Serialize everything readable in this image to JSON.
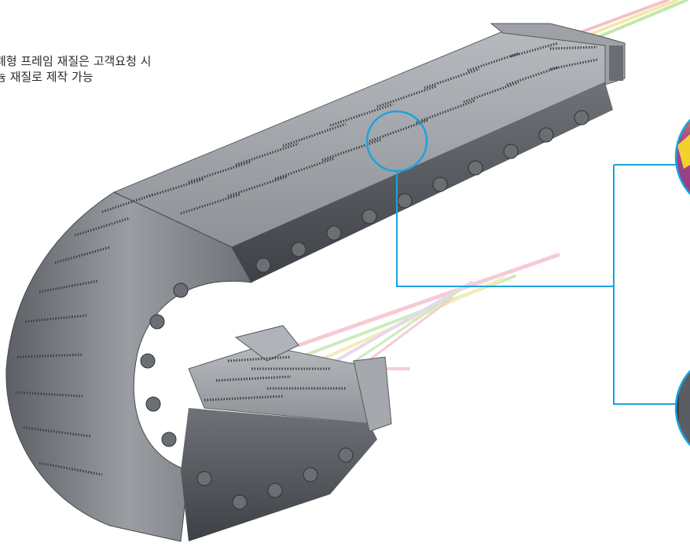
{
  "caption": {
    "line1": "폐형 프레임 재질은 고객요청 시",
    "line2": "늄 재질로 제작 가능"
  },
  "colors": {
    "accent_line": "#1aa3dd",
    "chain_light": "#a3a6aa",
    "chain_mid": "#7d8186",
    "chain_dark": "#4b4f54",
    "cable_pink": "#f4b6c2",
    "cable_green": "#b9e3a2",
    "cable_yellow": "#f1e49a",
    "cable_lilac": "#d9c8ec",
    "inset_magenta": "#b0398e",
    "inset_yellow": "#f3d12d"
  },
  "icons": [
    "magnifier-circle",
    "callout-line",
    "detail-inset"
  ]
}
